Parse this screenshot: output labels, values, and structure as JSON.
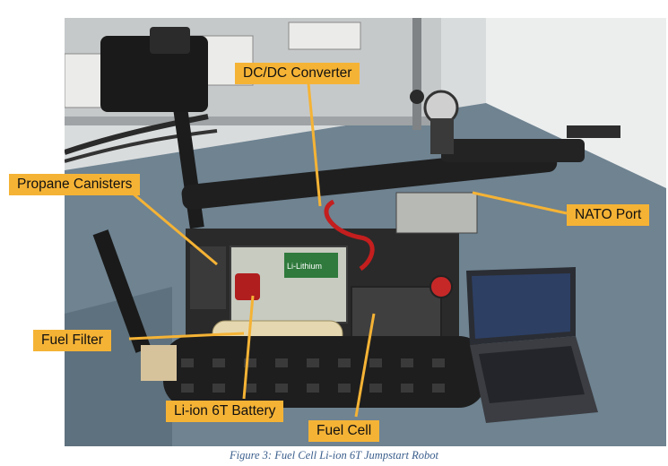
{
  "figure": {
    "caption": "Figure 3: Fuel Cell Li-ion 6T Jumpstart Robot"
  },
  "callouts": {
    "dc_dc_converter": "DC/DC Converter",
    "propane_canisters": "Propane Canisters",
    "nato_port": "NATO Port",
    "fuel_filter": "Fuel Filter",
    "battery": "Li-ion 6T Battery",
    "fuel_cell": "Fuel Cell"
  },
  "photo_text": {
    "battery_brand": "Li-Lithium"
  },
  "colors": {
    "callout_fill": "#f5b335",
    "caption_text": "#3a5e8c",
    "floor": "#6f8391",
    "robot_track": "#1e1e1e"
  }
}
